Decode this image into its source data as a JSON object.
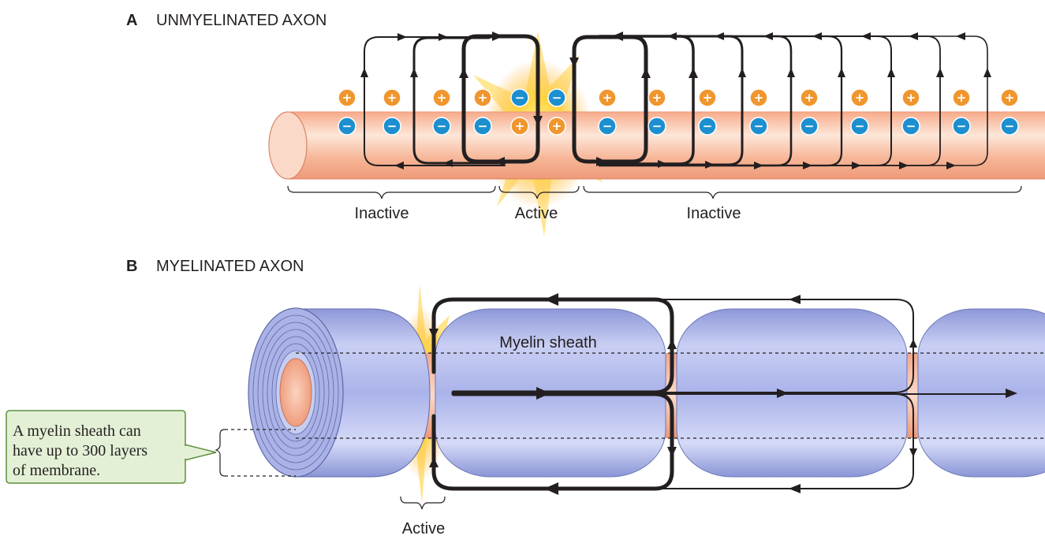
{
  "panel_a": {
    "letter": "A",
    "title": "UNMYELINATED AXON",
    "labels": {
      "inactive_left": "Inactive",
      "active": "Active",
      "inactive_right": "Inactive"
    },
    "outer_charges": [
      "+",
      "+",
      "+",
      "+",
      "−",
      "−",
      "+",
      "+",
      "+",
      "+",
      "+",
      "+",
      "+",
      "+",
      "+"
    ],
    "inner_charges": [
      "−",
      "−",
      "−",
      "−",
      "+",
      "+",
      "−",
      "−",
      "−",
      "−",
      "−",
      "−",
      "−",
      "−",
      "−"
    ]
  },
  "panel_b": {
    "letter": "B",
    "title": "MYELINATED AXON",
    "sheath_label": "Myelin sheath",
    "active_label": "Active",
    "callout": [
      "A myelin sheath can",
      "have up to 300 layers",
      "of membrane."
    ]
  },
  "colors": {
    "axon": "#f6b79b",
    "myelin": "#9aa5e0",
    "positive_ion": "#f0962e",
    "negative_ion": "#1c8fd0",
    "flash": "#ffd23a",
    "callout_bg": "#e3f0d6",
    "callout_border": "#5c8f3c"
  }
}
